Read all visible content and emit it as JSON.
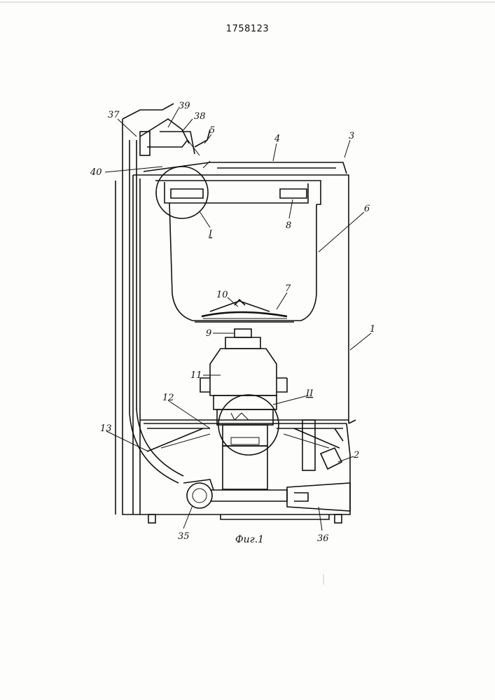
{
  "patent_number": "1758123",
  "figure_caption": "Фиг.1",
  "callouts": [
    "37",
    "39",
    "38",
    "5",
    "4",
    "3",
    "40",
    "8",
    "6",
    "10",
    "7",
    "9",
    "1",
    "11",
    "12",
    "13",
    "2",
    "35",
    "36",
    "I",
    "II"
  ]
}
